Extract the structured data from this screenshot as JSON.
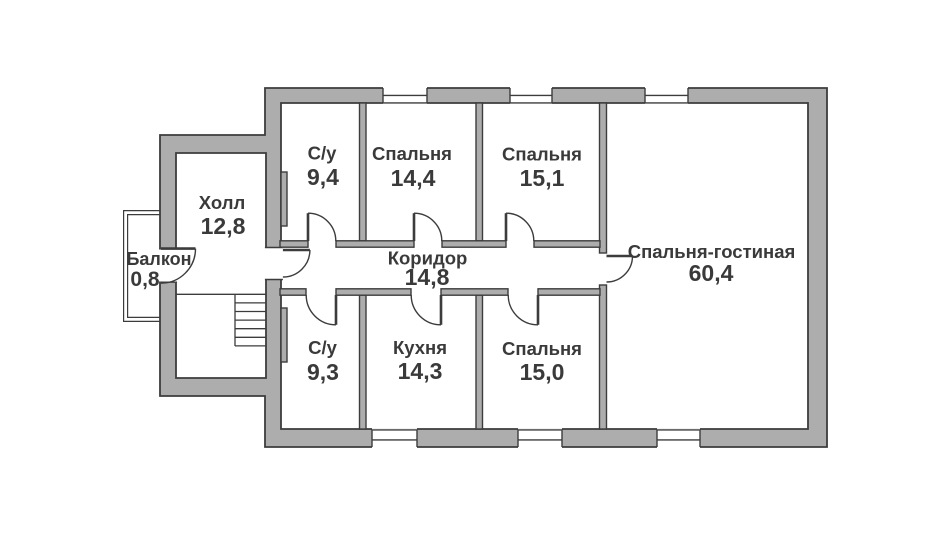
{
  "plan": {
    "type": "floor-plan",
    "language": "ru",
    "colors": {
      "wall_fill": "#adadad",
      "wall_outline": "#3c3c3c",
      "label_text": "#3a3a3a",
      "background": "#ffffff"
    },
    "rooms": [
      {
        "id": "hall",
        "name": "Холл",
        "area": "12,8"
      },
      {
        "id": "balcony",
        "name": "Балкон",
        "area": "0,8"
      },
      {
        "id": "wc-top",
        "name": "С/у",
        "area": "9,4"
      },
      {
        "id": "bedroom-1",
        "name": "Спальня",
        "area": "14,4"
      },
      {
        "id": "bedroom-2",
        "name": "Спальня",
        "area": "15,1"
      },
      {
        "id": "living",
        "name": "Спальня-гостиная",
        "area": "60,4"
      },
      {
        "id": "corridor",
        "name": "Коридор",
        "area": "14,8"
      },
      {
        "id": "wc-bottom",
        "name": "С/у",
        "area": "9,3"
      },
      {
        "id": "kitchen",
        "name": "Кухня",
        "area": "14,3"
      },
      {
        "id": "bedroom-3",
        "name": "Спальня",
        "area": "15,0"
      }
    ]
  }
}
